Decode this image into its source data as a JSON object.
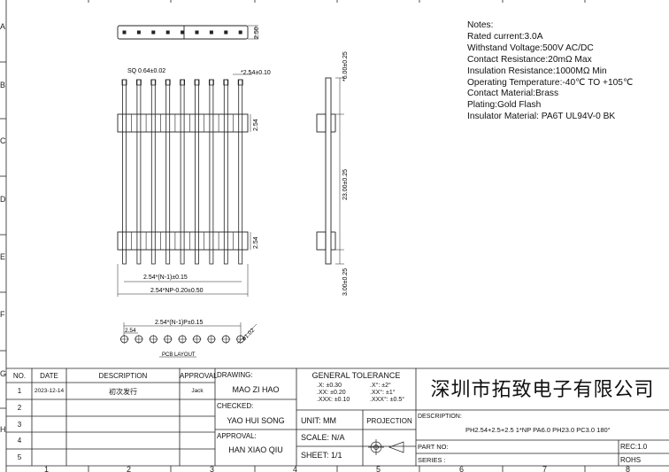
{
  "border": {
    "rows": [
      "A",
      "B",
      "C",
      "D",
      "E",
      "F",
      "G",
      "H"
    ],
    "cols": [
      "1",
      "2",
      "3",
      "4",
      "5",
      "6",
      "7",
      "8"
    ]
  },
  "notes": {
    "title": "Notes:",
    "items": [
      "Rated current:3.0A",
      "Withstand Voltage:500V AC/DC",
      "Contact Resistance:20mΩ Max",
      "Insulation Resistance:1000MΩ Min",
      "Operating Temperature:-40℃  TO +105℃",
      "Contact Material:Brass",
      "Plating:Gold Flash",
      "Insulator Material: PA6T UL94V-0 BK"
    ]
  },
  "dims": {
    "top_height": "2.50",
    "pin_size": "SQ  0.64±0.02",
    "pitch": "*2.54±0.10",
    "housing_upper": "2.54",
    "housing_lower": "2.54",
    "pitch_total": "2.54*(N-1)±0.15",
    "overall": "2.54*NP-0.20±0.50",
    "side_top": "*6.00±0.25",
    "side_mid": "23.00±0.25",
    "side_bottom": "3.00±0.25",
    "pcb_total": "2.54*(N-1)P±0.15",
    "pcb_pitch": "2.54",
    "pcb_hole": "ø1.02",
    "pcb_label": "PCB LAYOUT"
  },
  "revision": {
    "headers": [
      "NO.",
      "DATE",
      "DESCRIPTION",
      "APPROVAL"
    ],
    "rows": [
      {
        "no": "1",
        "date": "2023-12-14",
        "desc": "初次发行",
        "approval": "Jack"
      },
      {
        "no": "2",
        "date": "",
        "desc": "",
        "approval": ""
      },
      {
        "no": "3",
        "date": "",
        "desc": "",
        "approval": ""
      },
      {
        "no": "4",
        "date": "",
        "desc": "",
        "approval": ""
      },
      {
        "no": "5",
        "date": "",
        "desc": "",
        "approval": ""
      }
    ]
  },
  "titleblock": {
    "drawing_label": "DRAWING:",
    "drawing_name": "MAO  ZI  HAO",
    "checked_label": "CHECKED:",
    "checked_name": "YAO HUI SONG",
    "approval_label": "APPROVAL:",
    "approval_name": "HAN XIAO QIU",
    "tolerance_title": "GENERAL  TOLERANCE",
    "tol_linear": [
      ".X:  ±0.30",
      ".XX:  ±0.20",
      ".XXX:  ±0.10"
    ],
    "tol_angle": [
      ".X°:  ±2°",
      ".XX°:  ±1°",
      ".XXX°:  ±0.5°"
    ],
    "unit": "UNIT:   MM",
    "projection": "PROJECTION",
    "scale": "SCALE:  N/A",
    "sheet": "SHEET:  1/1",
    "company": "深圳市拓致电子有限公司",
    "description_label": "DESCRIPTION:",
    "description": "PH2.54+2.5+2.5 1*NP PA6.0 PH23.0 PC3.0 180°",
    "part_no_label": "PART NO:",
    "series_label": "SERIES :",
    "rec": "REC:1.0",
    "rohs": "ROHS"
  }
}
